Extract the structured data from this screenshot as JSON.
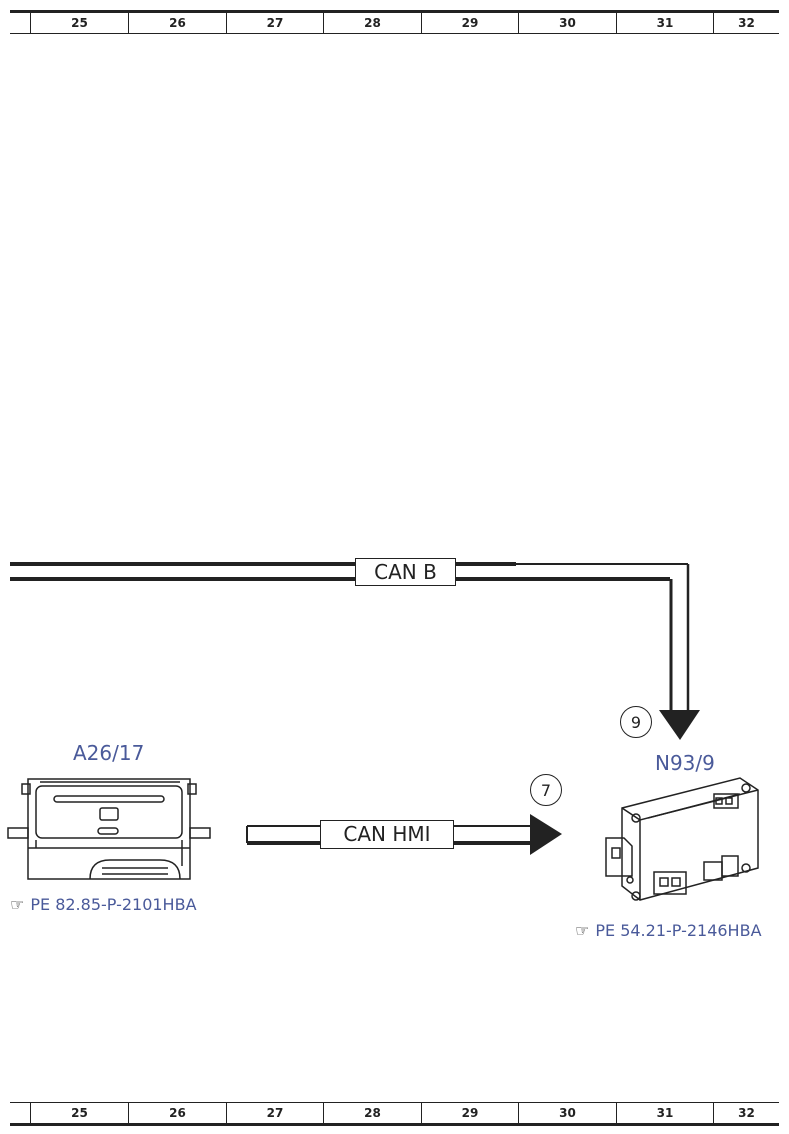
{
  "ruler": {
    "columns": [
      "25",
      "26",
      "27",
      "28",
      "29",
      "30",
      "31",
      "32"
    ]
  },
  "components": {
    "left": {
      "id": "A26/17",
      "ref": "PE 82.85-P-2101HBA"
    },
    "right": {
      "id": "N93/9",
      "ref": "PE 54.21-P-2146HBA"
    }
  },
  "buses": {
    "can_b": {
      "label": "CAN B",
      "marker": "9"
    },
    "can_hmi": {
      "label": "CAN HMI",
      "marker": "7"
    }
  },
  "icons": {
    "reference": "pointing-hand-icon"
  }
}
